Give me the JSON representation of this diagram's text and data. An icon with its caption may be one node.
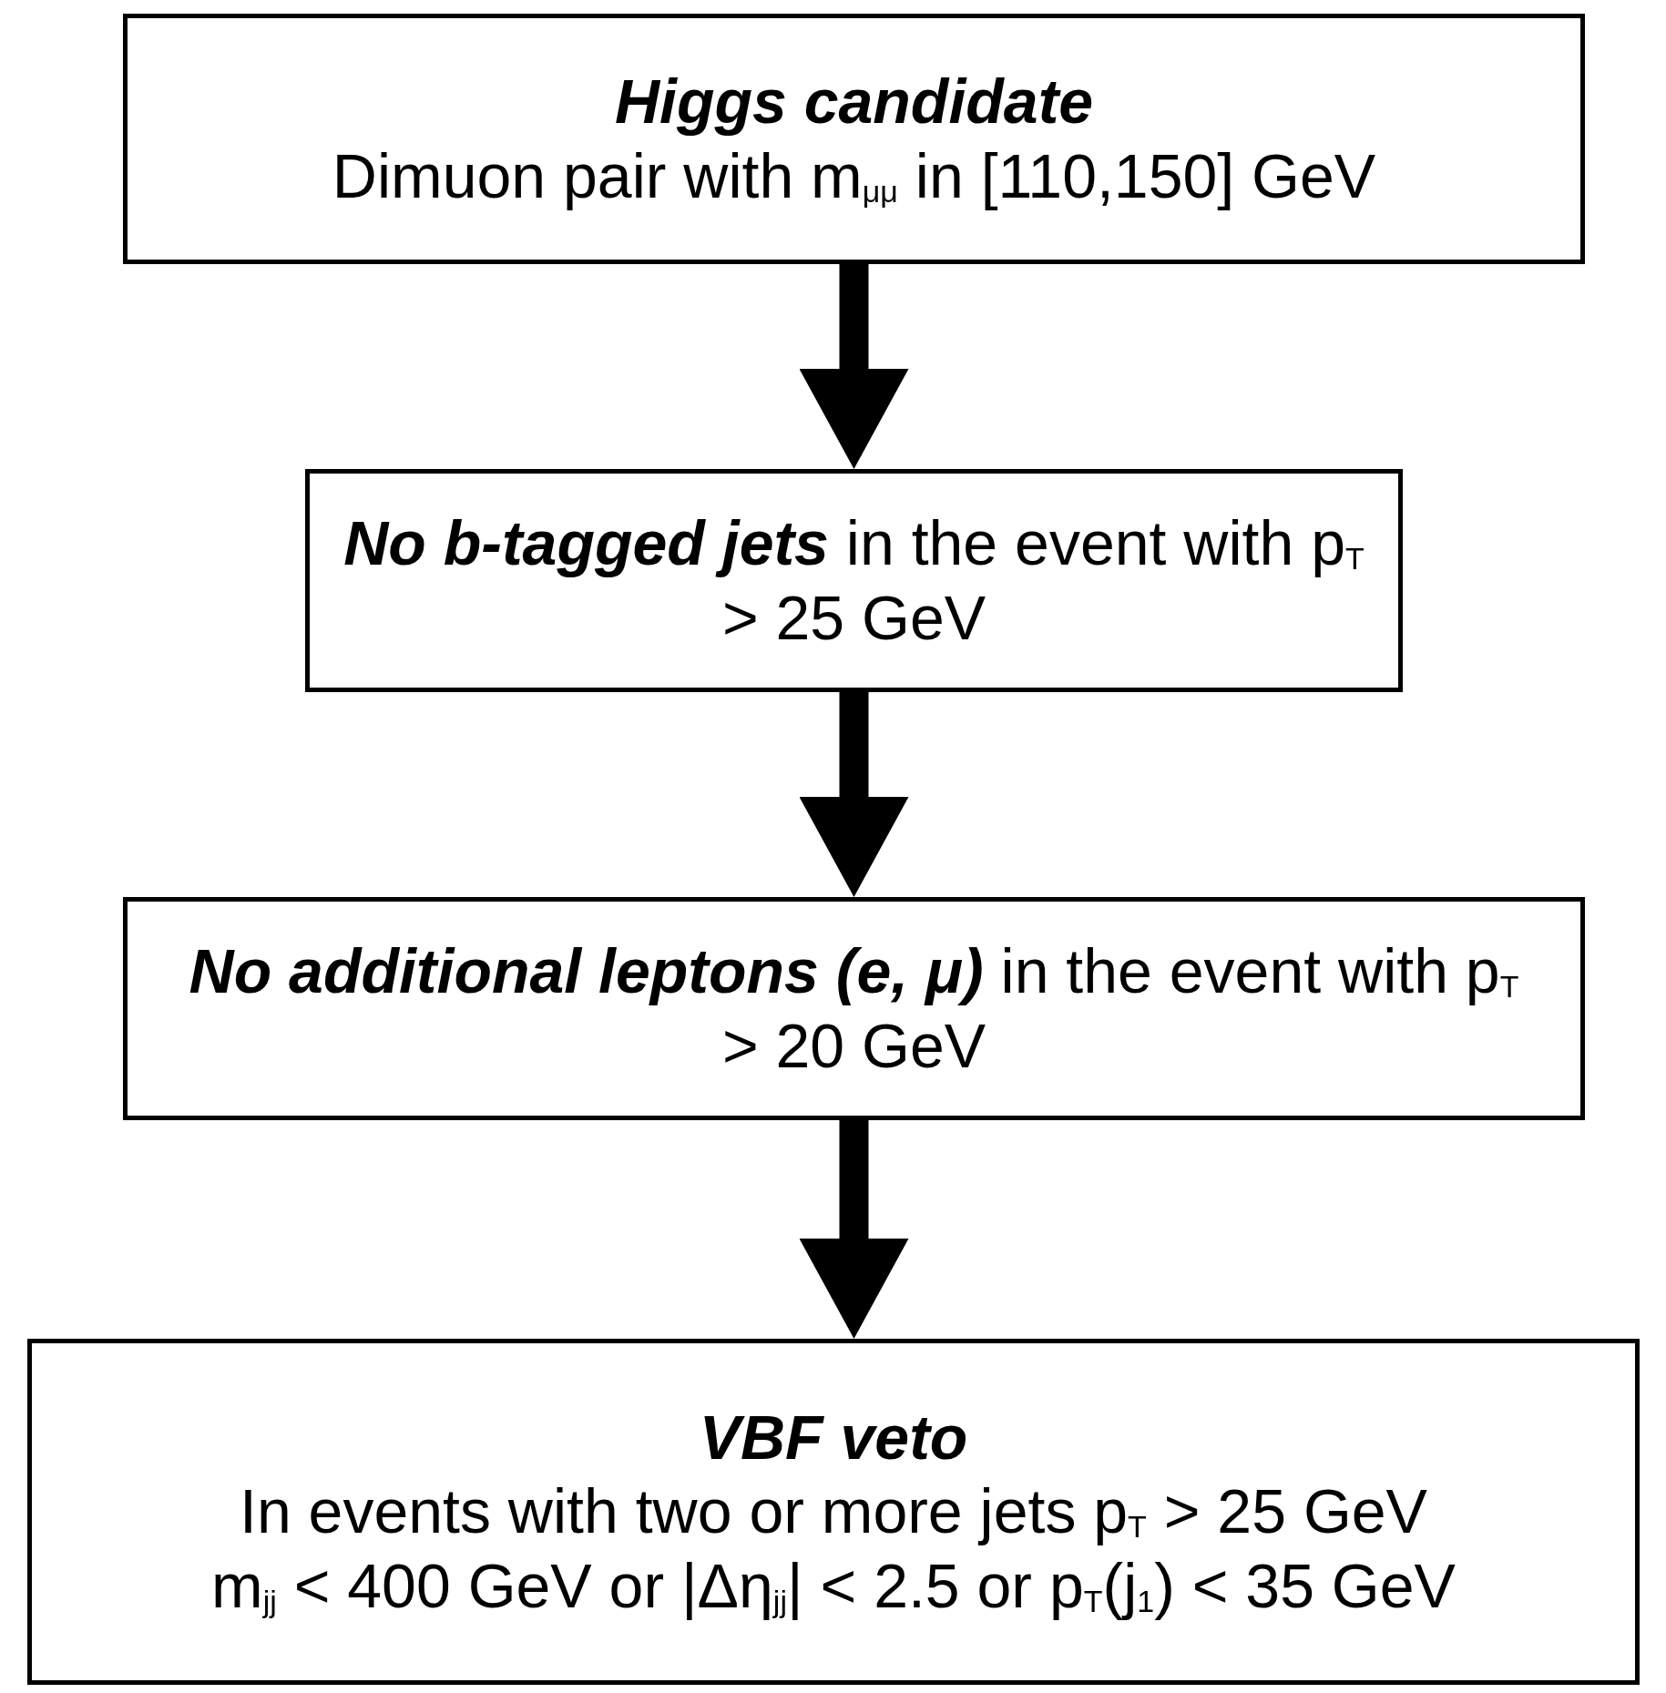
{
  "diagram": {
    "nodes": [
      {
        "text": [
          "Higgs candidate",
          "Dimuon pair with m$_{μμ}$ in [110,150] GeV"
        ]
      },
      {
        "text": [
          "**No b-tagged jets** in the event with p$_{T}$ > 25 GeV"
        ]
      },
      {
        "text": [
          "**No additional leptons (e, μ)** in the event with p$_{T}$ > 20 GeV"
        ]
      },
      {
        "text": [
          "VBF veto",
          "In events with two or more jets p$_{T}$ > 25 GeV",
          "m$_{jj}$ < 400 GeV or |Δη$_{jj}$| < 2.5 or p$_{T}$(j$_{1}$) < 35 GeV"
        ]
      }
    ],
    "edges": [
      {
        "from": 0,
        "to": 1,
        "arrow": "to"
      },
      {
        "from": 1,
        "to": 2,
        "arrow": "to"
      },
      {
        "from": 2,
        "to": 3,
        "arrow": "to"
      }
    ]
  }
}
